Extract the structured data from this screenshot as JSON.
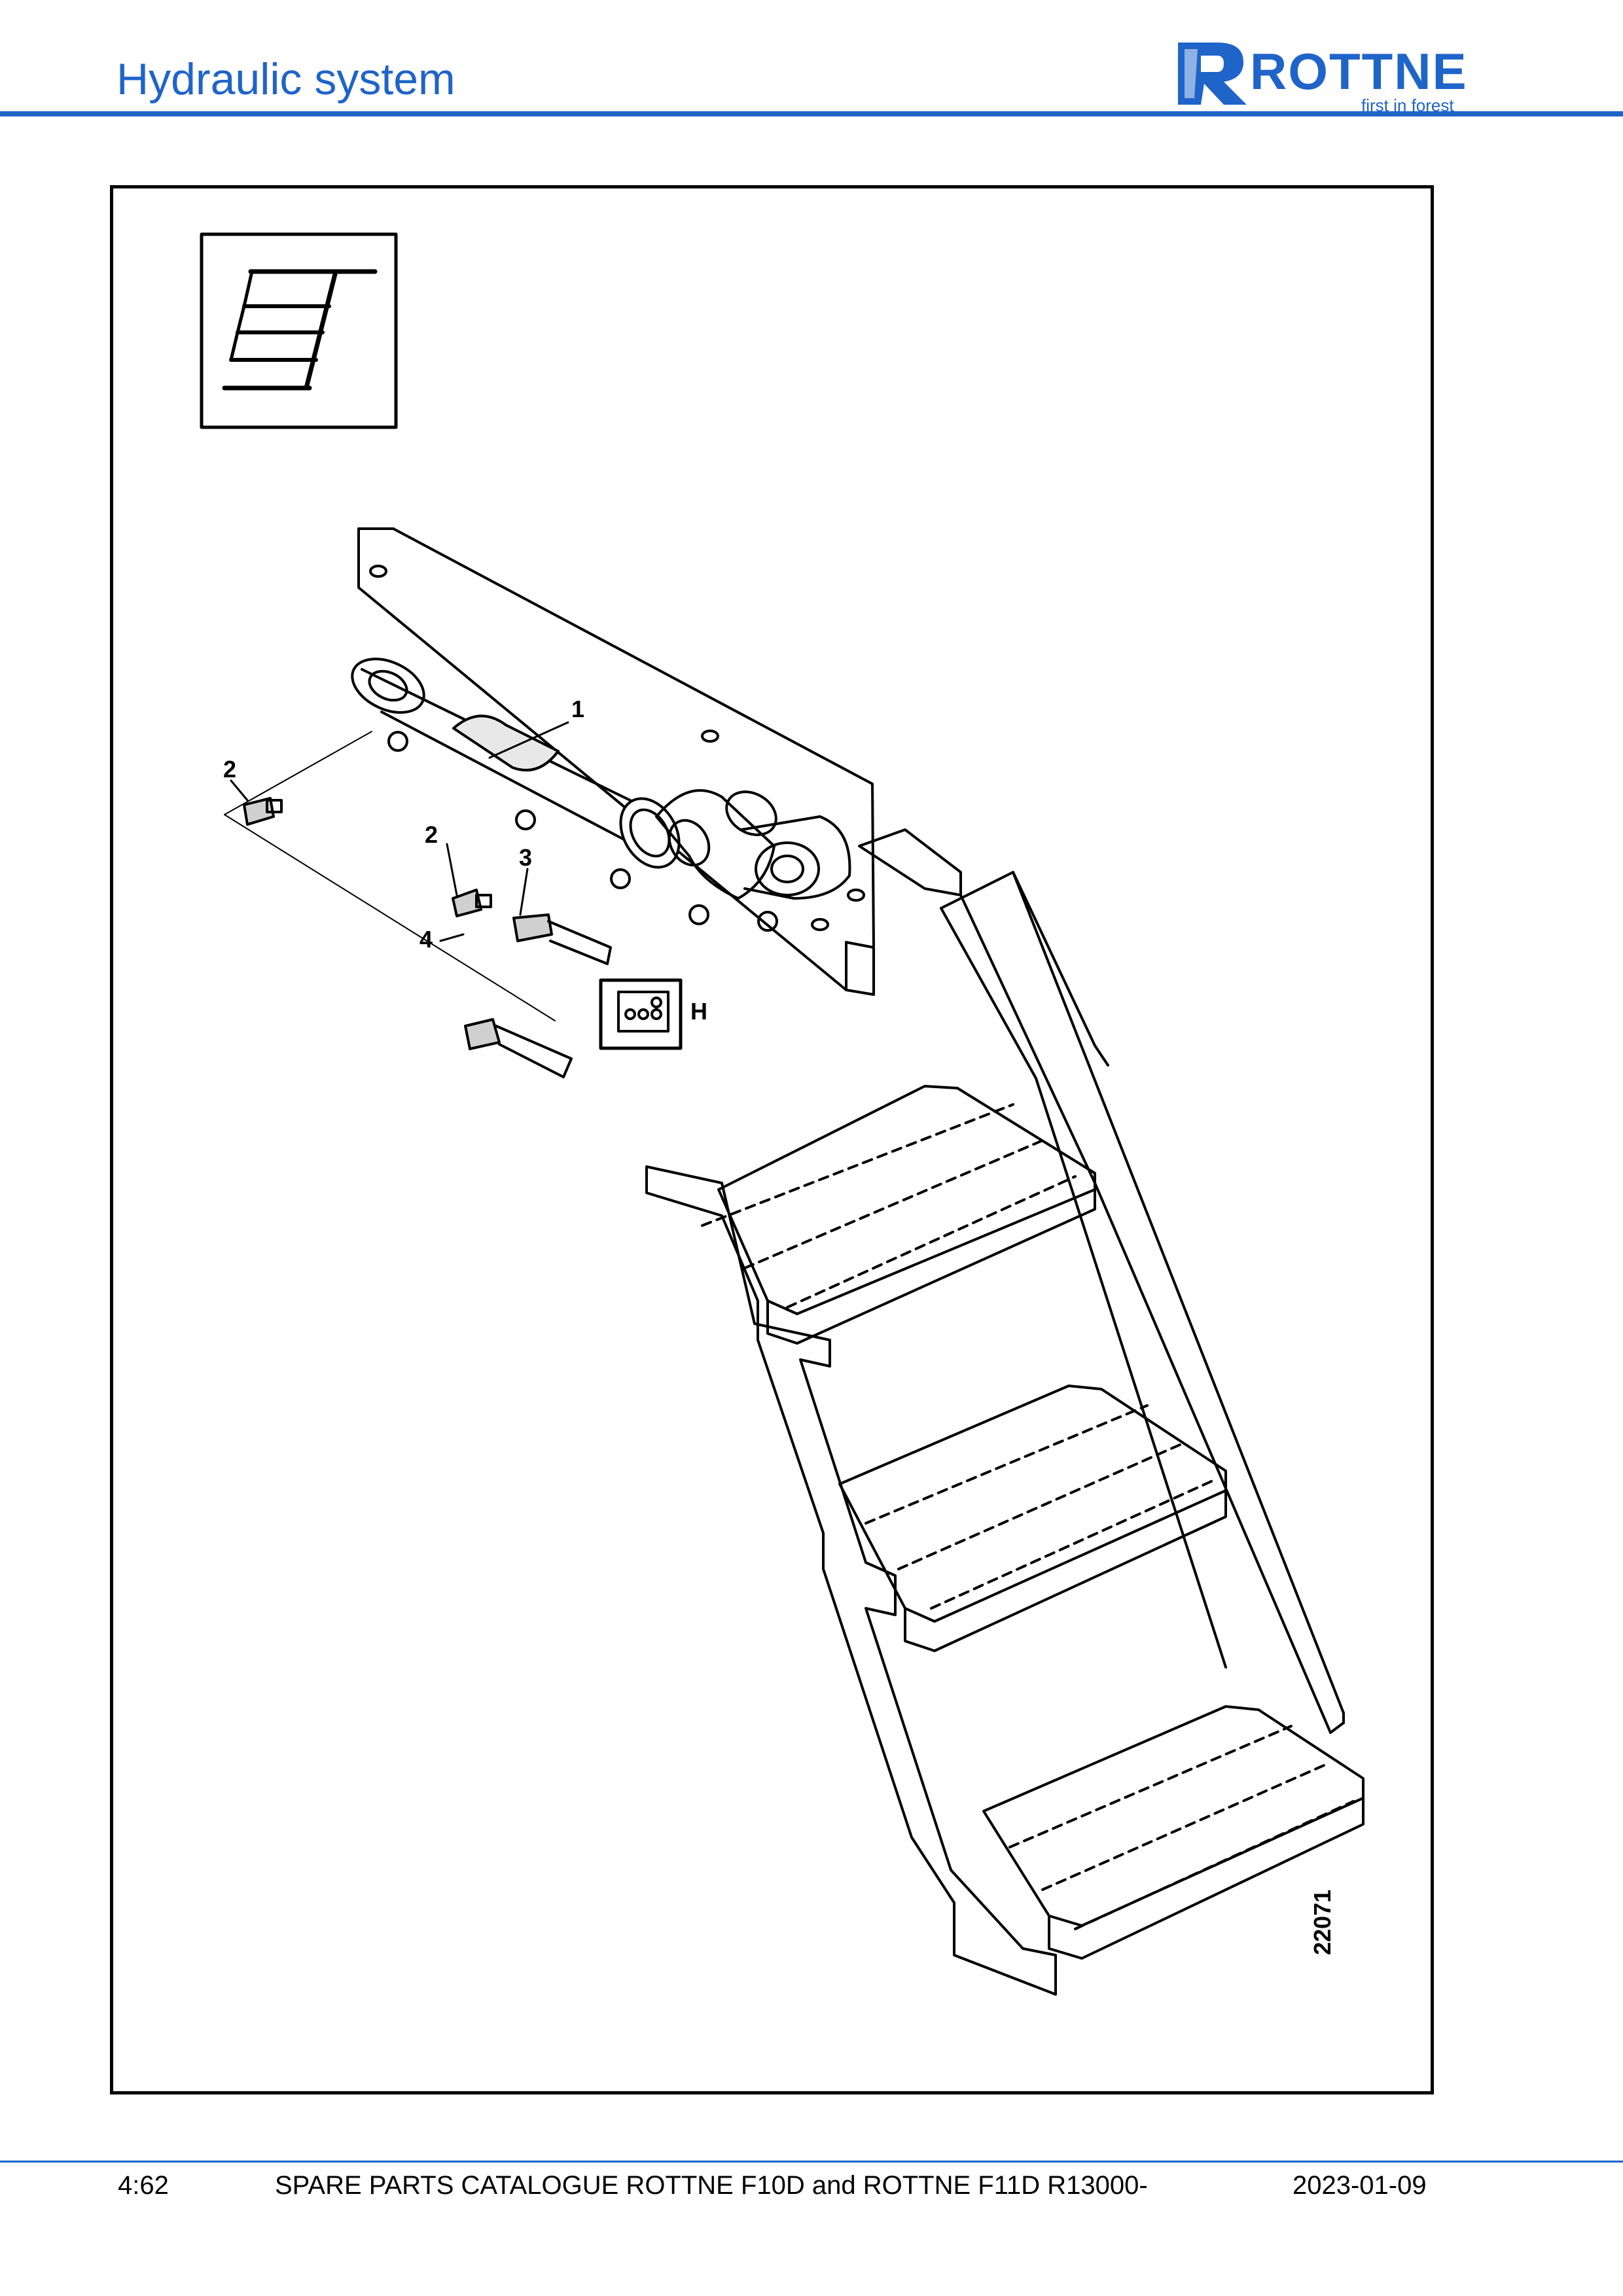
{
  "header": {
    "title": "Hydraulic system",
    "logo_word": "ROTTNE",
    "logo_tagline": "first in forest",
    "brand_color": "#1f64c8"
  },
  "drawing": {
    "callouts": [
      "1",
      "2",
      "2",
      "3",
      "4"
    ],
    "symbol_label": "H",
    "drawing_number": "22071"
  },
  "footer": {
    "page": "4:62",
    "catalogue": "SPARE PARTS CATALOGUE ROTTNE F10D and ROTTNE F11D R13000-",
    "date": "2023-01-09"
  }
}
